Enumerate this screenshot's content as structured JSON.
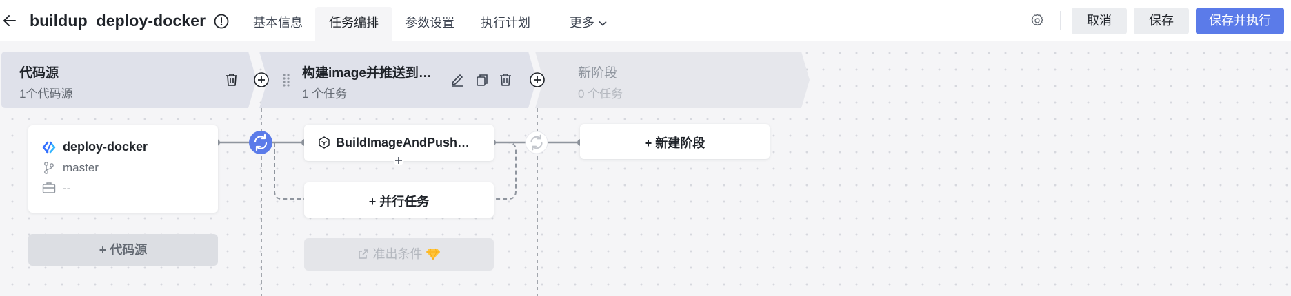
{
  "header": {
    "title": "buildup_deploy-docker",
    "tabs": [
      {
        "label": "基本信息"
      },
      {
        "label": "任务编排"
      },
      {
        "label": "参数设置"
      },
      {
        "label": "执行计划"
      },
      {
        "label": "更多"
      }
    ],
    "active_tab": "任务编排",
    "buttons": {
      "cancel": "取消",
      "save": "保存",
      "save_run": "保存并执行"
    }
  },
  "stages": [
    {
      "title": "代码源",
      "subtitle": "1个代码源"
    },
    {
      "title": "构建image并推送到…",
      "subtitle": "1 个任务"
    },
    {
      "title": "新阶段",
      "subtitle": "0 个任务"
    }
  ],
  "source_card": {
    "name": "deploy-docker",
    "branch": "master",
    "extra": "--"
  },
  "add_source_label": "+ 代码源",
  "task_card": {
    "name": "BuildImageAndPush…"
  },
  "parallel_task_label": "+ 并行任务",
  "exit_condition_label": "准出条件",
  "new_stage_label": "+ 新建阶段",
  "colors": {
    "primary": "#5b7be9",
    "stage_bg": "#dfe1ea",
    "connector": "#8f959e"
  },
  "icons": [
    "back-arrow-icon",
    "info-icon",
    "gear-icon",
    "chevron-down-icon",
    "trash-icon",
    "plus-circle-icon",
    "drag-handle-icon",
    "pencil-icon",
    "copy-icon",
    "repo-logo-icon",
    "branch-icon",
    "briefcase-icon",
    "hexagon-icon",
    "sync-icon",
    "exit-condition-icon",
    "gem-icon"
  ]
}
